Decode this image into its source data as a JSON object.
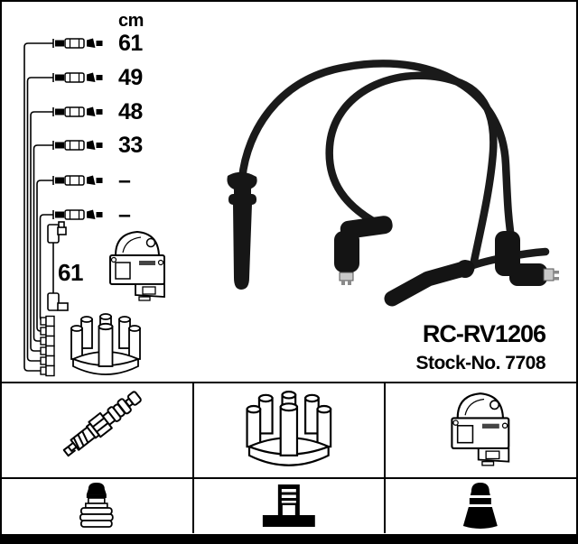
{
  "product": {
    "part_number": "RC-RV1206",
    "stock_no": "Stock-No. 7708"
  },
  "schematic": {
    "unit_label": "cm",
    "leads": [
      {
        "length": "61"
      },
      {
        "length": "49"
      },
      {
        "length": "48"
      },
      {
        "length": "33"
      },
      {
        "length": "–"
      },
      {
        "length": "–"
      }
    ],
    "coil_lead_length": "61",
    "components": [
      "ignition-coil",
      "distributor-cap",
      "lead-terminals"
    ]
  },
  "legend": {
    "items": [
      {
        "icon": "spark-plug-icon"
      },
      {
        "icon": "distributor-cap-icon"
      },
      {
        "icon": "ignition-coil-icon"
      },
      {
        "icon": "din-terminal-connector-icon"
      },
      {
        "icon": "coil-tower-connector-icon"
      },
      {
        "icon": "plug-boot-connector-icon"
      }
    ]
  },
  "colors": {
    "background": "#ffffff",
    "line": "#000000",
    "cable_black": "#1a1a1a"
  }
}
